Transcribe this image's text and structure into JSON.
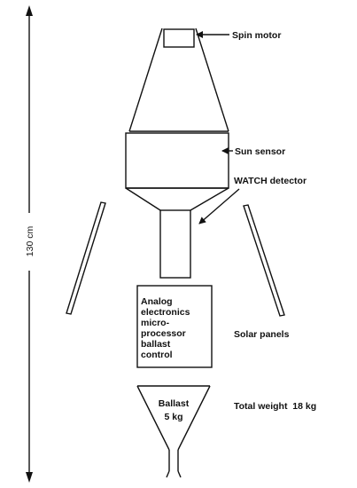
{
  "dimension": {
    "text": "130 cm"
  },
  "labels": {
    "spin_motor": "Spin motor",
    "sun_sensor": "Sun sensor",
    "watch_detector": "WATCH detector",
    "solar_panels": "Solar panels",
    "total_weight": "Total weight  18 kg"
  },
  "electronics_box": {
    "lines": [
      "Analog",
      "electronics",
      "micro-",
      "processor",
      "ballast",
      "control"
    ]
  },
  "ballast": {
    "line1": "Ballast",
    "line2": "5 kg"
  }
}
